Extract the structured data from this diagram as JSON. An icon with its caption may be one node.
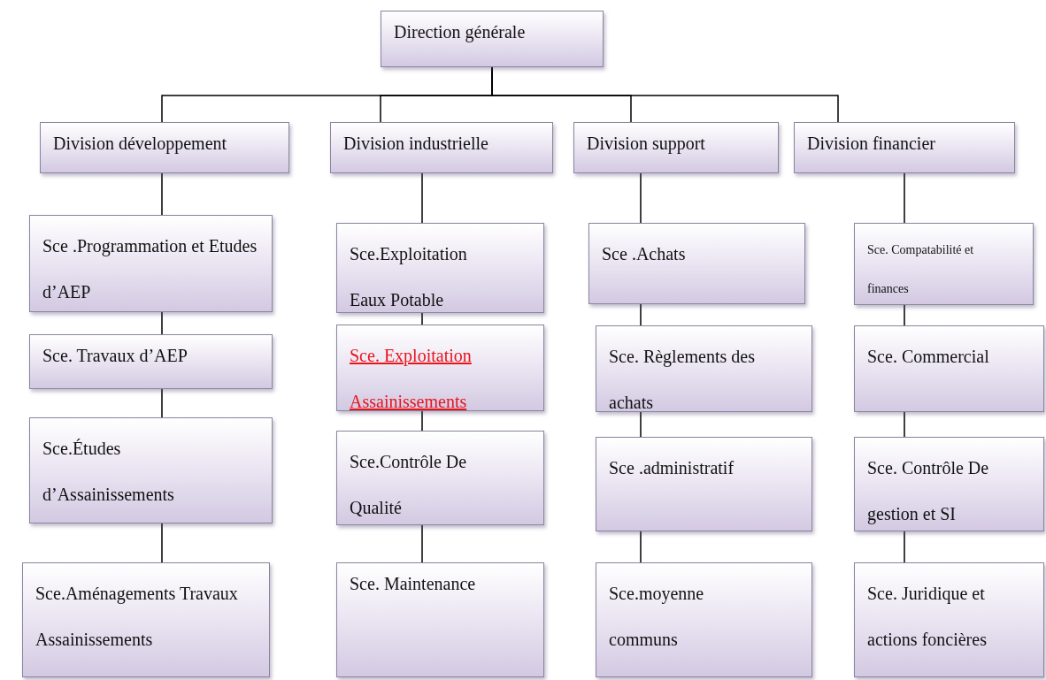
{
  "diagram": {
    "nodes": [
      {
        "text": [
          "Direction générale"
        ]
      },
      {
        "text": [
          "Division développement"
        ]
      },
      {
        "text": [
          "Division industrielle"
        ]
      },
      {
        "text": [
          "Division support"
        ]
      },
      {
        "text": [
          "Division financier"
        ]
      },
      {
        "text": [
          "Sce .Programmation et Etudes d’AEP"
        ]
      },
      {
        "text": [
          "Sce. Travaux d’AEP"
        ]
      },
      {
        "text": [
          "Sce.Études d’Assainissements"
        ]
      },
      {
        "text": [
          "Sce.Aménagements Travaux Assainissements"
        ]
      },
      {
        "text": [
          "Sce.Exploitation Eaux Potable"
        ]
      },
      {
        "text": [
          "Sce. Exploitation Assainissements"
        ]
      },
      {
        "text": [
          "Sce.Contrôle De Qualité"
        ]
      },
      {
        "text": [
          "Sce. Maintenance"
        ]
      },
      {
        "text": [
          "Sce .Achats"
        ]
      },
      {
        "text": [
          "Sce. Règlements des achats"
        ]
      },
      {
        "text": [
          "Sce .administratif"
        ]
      },
      {
        "text": [
          "Sce.moyenne communs"
        ]
      },
      {
        "text": [
          "Sce. Compatabilité et finances"
        ]
      },
      {
        "text": [
          "Sce. Commercial"
        ]
      },
      {
        "text": [
          "Sce. Contrôle De gestion et SI"
        ]
      },
      {
        "text": [
          "Sce. Juridique et actions foncières"
        ]
      }
    ],
    "edges": [
      {
        "from": 0,
        "to": 1,
        "arrow": "none"
      },
      {
        "from": 0,
        "to": 2,
        "arrow": "none"
      },
      {
        "from": 0,
        "to": 3,
        "arrow": "none"
      },
      {
        "from": 0,
        "to": 4,
        "arrow": "none"
      },
      {
        "from": 1,
        "to": 5,
        "arrow": "none"
      },
      {
        "from": 5,
        "to": 6,
        "arrow": "none"
      },
      {
        "from": 6,
        "to": 7,
        "arrow": "none"
      },
      {
        "from": 7,
        "to": 8,
        "arrow": "none"
      },
      {
        "from": 2,
        "to": 9,
        "arrow": "none"
      },
      {
        "from": 9,
        "to": 10,
        "arrow": "none"
      },
      {
        "from": 10,
        "to": 11,
        "arrow": "none"
      },
      {
        "from": 11,
        "to": 12,
        "arrow": "none"
      },
      {
        "from": 3,
        "to": 13,
        "arrow": "none"
      },
      {
        "from": 13,
        "to": 14,
        "arrow": "none"
      },
      {
        "from": 14,
        "to": 15,
        "arrow": "none"
      },
      {
        "from": 15,
        "to": 16,
        "arrow": "none"
      },
      {
        "from": 4,
        "to": 17,
        "arrow": "none"
      },
      {
        "from": 17,
        "to": 18,
        "arrow": "none"
      },
      {
        "from": 18,
        "to": 19,
        "arrow": "none"
      },
      {
        "from": 19,
        "to": 20,
        "arrow": "none"
      }
    ]
  }
}
